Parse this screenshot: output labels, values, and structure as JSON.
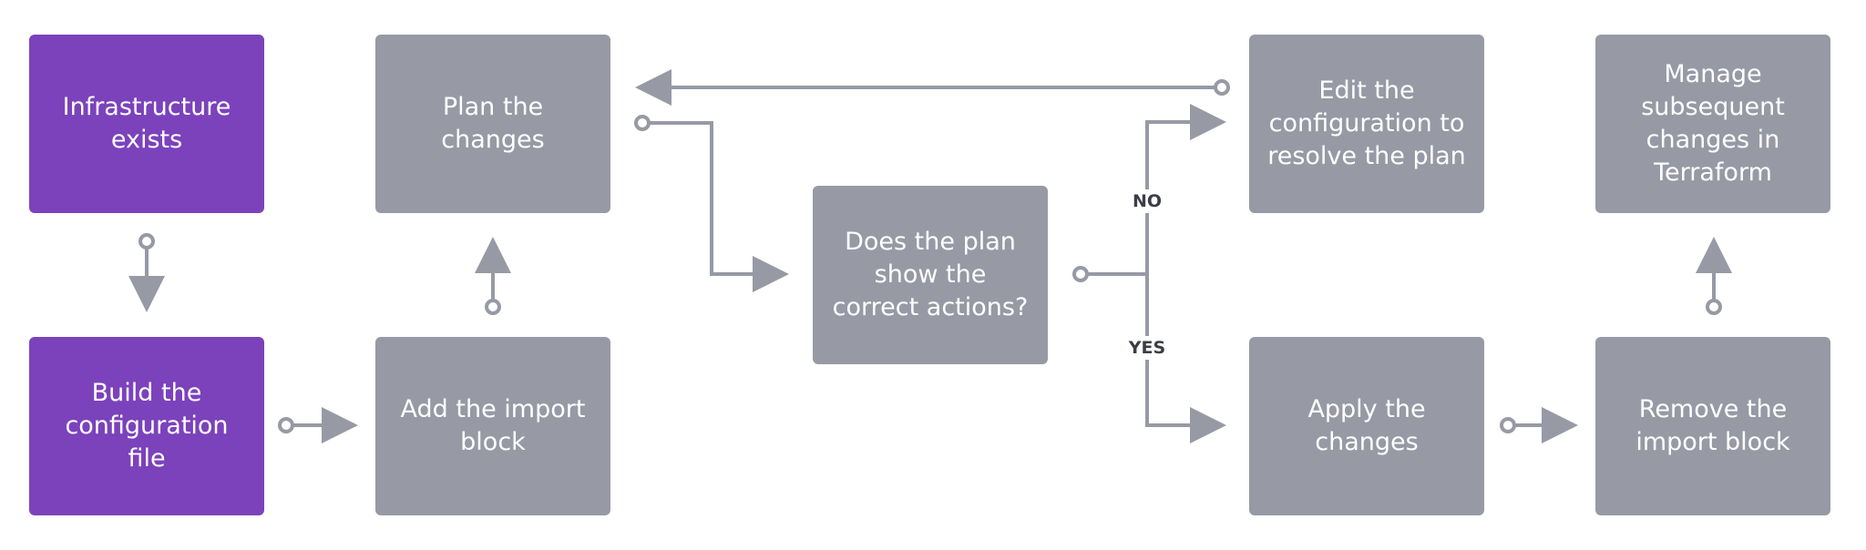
{
  "nodes": {
    "infrastructure_exists": "Infrastructure exists",
    "build_configuration": "Build the configuration file",
    "add_import_block": "Add the import block",
    "plan_changes": "Plan the changes",
    "decision": "Does the plan show the correct actions?",
    "edit_configuration": "Edit the configuration to resolve the plan",
    "apply_changes": "Apply the changes",
    "remove_import_block": "Remove the import block",
    "manage_changes": "Manage subsequent changes in Terraform"
  },
  "edge_labels": {
    "no": "NO",
    "yes": "YES"
  },
  "colors": {
    "start_node": "#7b42bc",
    "step_node": "#979aa5",
    "connector": "#979aa5",
    "label_text": "#3b3d45"
  }
}
